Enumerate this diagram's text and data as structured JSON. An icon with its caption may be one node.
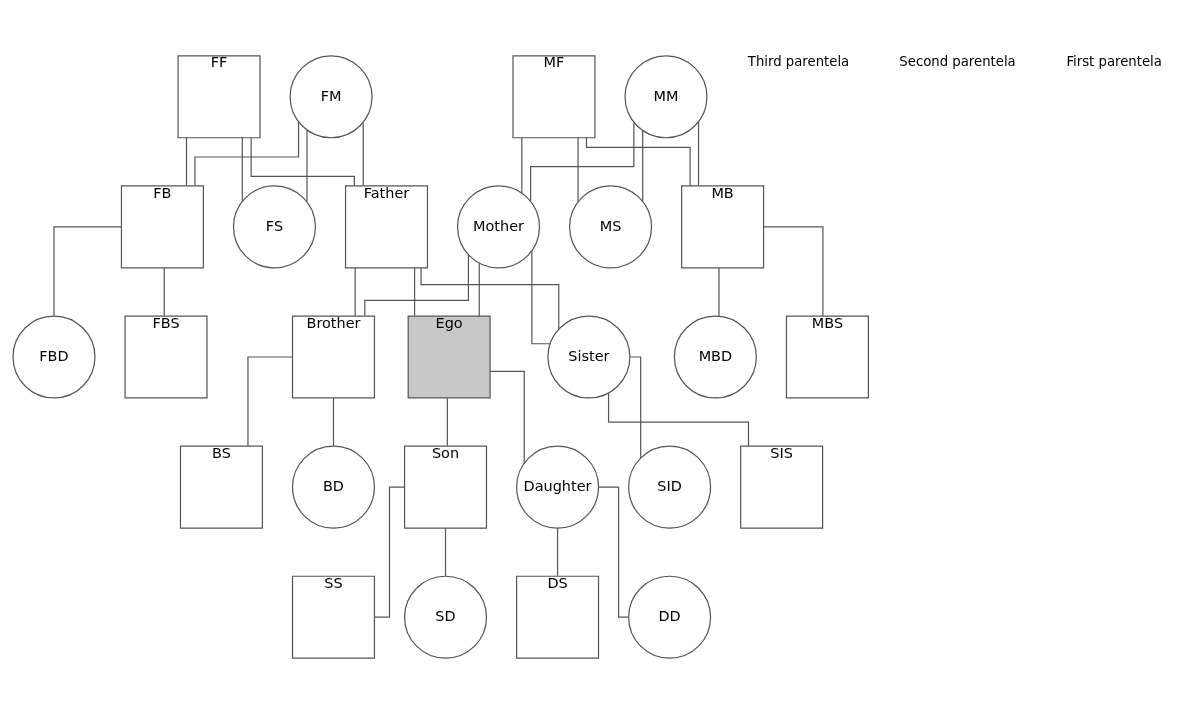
{
  "diagram": {
    "nodes": [
      {
        "text": [
          "FF"
        ]
      },
      {
        "text": [
          "FM"
        ]
      },
      {
        "text": [
          "MF"
        ]
      },
      {
        "text": [
          "MM"
        ]
      },
      {
        "text": [
          "FB"
        ]
      },
      {
        "text": [
          "FS"
        ]
      },
      {
        "text": [
          "Father"
        ]
      },
      {
        "text": [
          "Mother"
        ]
      },
      {
        "text": [
          "MS"
        ]
      },
      {
        "text": [
          "MB"
        ]
      },
      {
        "text": [
          "FBS"
        ]
      },
      {
        "text": [
          "FBD"
        ]
      },
      {
        "text": [
          "Brother"
        ]
      },
      {
        "text": [
          "Ego"
        ]
      },
      {
        "text": [
          "Sister"
        ]
      },
      {
        "text": [
          "MBS"
        ]
      },
      {
        "text": [
          "MBD"
        ]
      },
      {
        "text": [
          "BS"
        ]
      },
      {
        "text": [
          "BD"
        ]
      },
      {
        "text": [
          "Son"
        ]
      },
      {
        "text": [
          "Daughter"
        ]
      },
      {
        "text": [
          "SID"
        ]
      },
      {
        "text": [
          "SIS"
        ]
      },
      {
        "text": [
          "SS"
        ]
      },
      {
        "text": [
          "SD"
        ]
      },
      {
        "text": [
          "DS"
        ]
      },
      {
        "text": [
          "DD"
        ]
      }
    ],
    "edges": [
      {
        "from": 0,
        "to": 4,
        "arrow": "none"
      },
      {
        "from": 0,
        "to": 5,
        "arrow": "none"
      },
      {
        "from": 0,
        "to": 6,
        "arrow": "none"
      },
      {
        "from": 1,
        "to": 4,
        "arrow": "none"
      },
      {
        "from": 1,
        "to": 5,
        "arrow": "none"
      },
      {
        "from": 1,
        "to": 6,
        "arrow": "none"
      },
      {
        "from": 2,
        "to": 7,
        "arrow": "none"
      },
      {
        "from": 2,
        "to": 8,
        "arrow": "none"
      },
      {
        "from": 2,
        "to": 9,
        "arrow": "none"
      },
      {
        "from": 3,
        "to": 7,
        "arrow": "none"
      },
      {
        "from": 3,
        "to": 8,
        "arrow": "none"
      },
      {
        "from": 3,
        "to": 9,
        "arrow": "none"
      },
      {
        "from": 4,
        "to": 10,
        "arrow": "none"
      },
      {
        "from": 4,
        "to": 11,
        "arrow": "none"
      },
      {
        "from": 6,
        "to": 12,
        "arrow": "none"
      },
      {
        "from": 6,
        "to": 13,
        "arrow": "none"
      },
      {
        "from": 6,
        "to": 14,
        "arrow": "none"
      },
      {
        "from": 7,
        "to": 12,
        "arrow": "none"
      },
      {
        "from": 7,
        "to": 13,
        "arrow": "none"
      },
      {
        "from": 7,
        "to": 14,
        "arrow": "none"
      },
      {
        "from": 9,
        "to": 15,
        "arrow": "none"
      },
      {
        "from": 9,
        "to": 16,
        "arrow": "none"
      },
      {
        "from": 12,
        "to": 17,
        "arrow": "none"
      },
      {
        "from": 12,
        "to": 18,
        "arrow": "none"
      },
      {
        "from": 13,
        "to": 19,
        "arrow": "none"
      },
      {
        "from": 13,
        "to": 20,
        "arrow": "none"
      },
      {
        "from": 14,
        "to": 21,
        "arrow": "none"
      },
      {
        "from": 14,
        "to": 22,
        "arrow": "none"
      },
      {
        "from": 19,
        "to": 23,
        "arrow": "none"
      },
      {
        "from": 19,
        "to": 24,
        "arrow": "none"
      },
      {
        "from": 20,
        "to": 25,
        "arrow": "none"
      },
      {
        "from": 20,
        "to": 26,
        "arrow": "none"
      }
    ],
    "labels": [
      "Third parentela",
      "Second parentela",
      "First parentela"
    ]
  }
}
